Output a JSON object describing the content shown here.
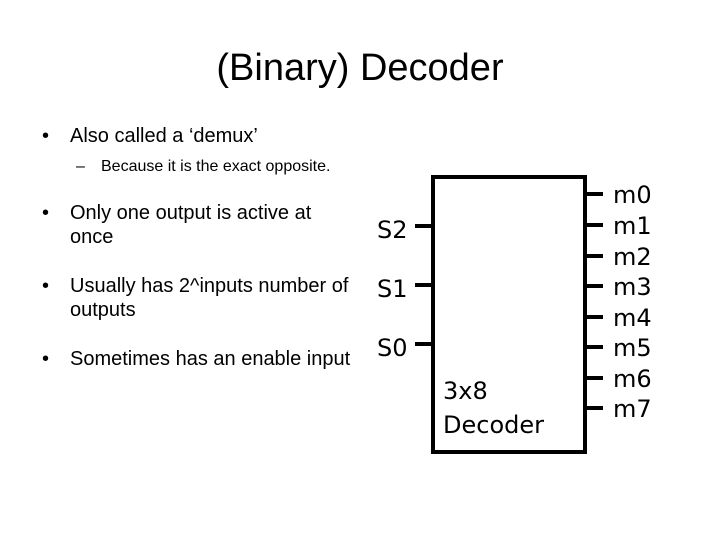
{
  "slide": {
    "title": "(Binary) Decoder"
  },
  "bullets": {
    "b1": "Also called a ‘demux’",
    "b1_sub": "Because it is the exact opposite.",
    "b2": "Only one output is active at once",
    "b3": "Usually has 2^inputs number of outputs",
    "b4": "Sometimes has an enable input"
  },
  "marks": {
    "bullet": "•",
    "dash": "–"
  },
  "diagram": {
    "block_label_line1": "3x8",
    "block_label_line2": "Decoder",
    "inputs": [
      "S2",
      "S1",
      "S0"
    ],
    "outputs": [
      "m0",
      "m1",
      "m2",
      "m3",
      "m4",
      "m5",
      "m6",
      "m7"
    ]
  }
}
